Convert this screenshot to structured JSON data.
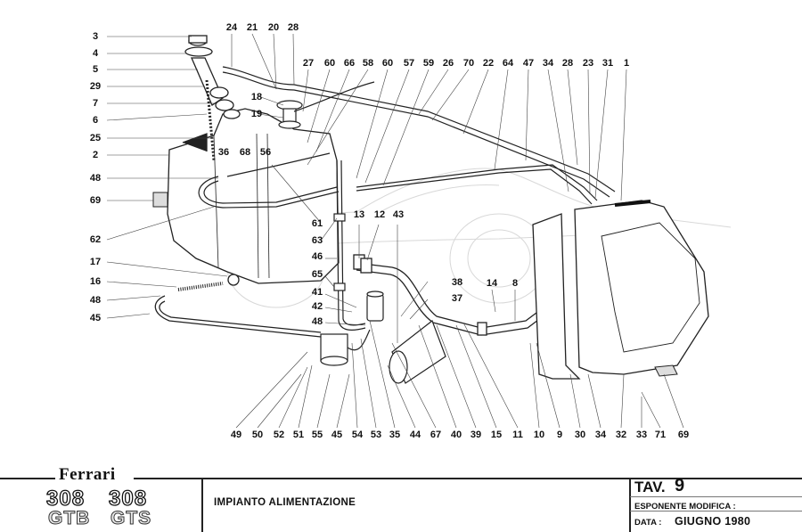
{
  "diagram": {
    "title": "IMPIANTO ALIMENTAZIONE",
    "callouts_left": [
      "3",
      "4",
      "5",
      "29",
      "7",
      "6",
      "25",
      "2",
      "48",
      "69",
      "62",
      "17",
      "16",
      "48",
      "45"
    ],
    "callouts_top": [
      "24",
      "21",
      "20",
      "28",
      "27",
      "60",
      "66",
      "58",
      "60",
      "57",
      "59",
      "26",
      "70",
      "22",
      "64",
      "47",
      "34",
      "28",
      "23",
      "31",
      "1"
    ],
    "callouts_mid": [
      "18",
      "19",
      "36",
      "68",
      "56",
      "61",
      "63",
      "13",
      "12",
      "43",
      "46",
      "65",
      "41",
      "42",
      "48",
      "38",
      "37",
      "14",
      "8"
    ],
    "callouts_bottom": [
      "49",
      "50",
      "52",
      "51",
      "55",
      "45",
      "54",
      "53",
      "35",
      "44",
      "67",
      "40",
      "39",
      "15",
      "11",
      "10",
      "9",
      "30",
      "34",
      "32",
      "33",
      "71",
      "69"
    ]
  },
  "titleblock": {
    "brand": "Ferrari",
    "model_1_num": "308",
    "model_1_sub": "GTB",
    "model_2_num": "308",
    "model_2_sub": "GTS",
    "section_title": "IMPIANTO ALIMENTAZIONE",
    "tav_label": "TAV.",
    "tav_number": "9",
    "esponente_label": "ESPONENTE MODIFICA :",
    "data_label": "DATA :",
    "data_value": "GIUGNO 1980"
  }
}
